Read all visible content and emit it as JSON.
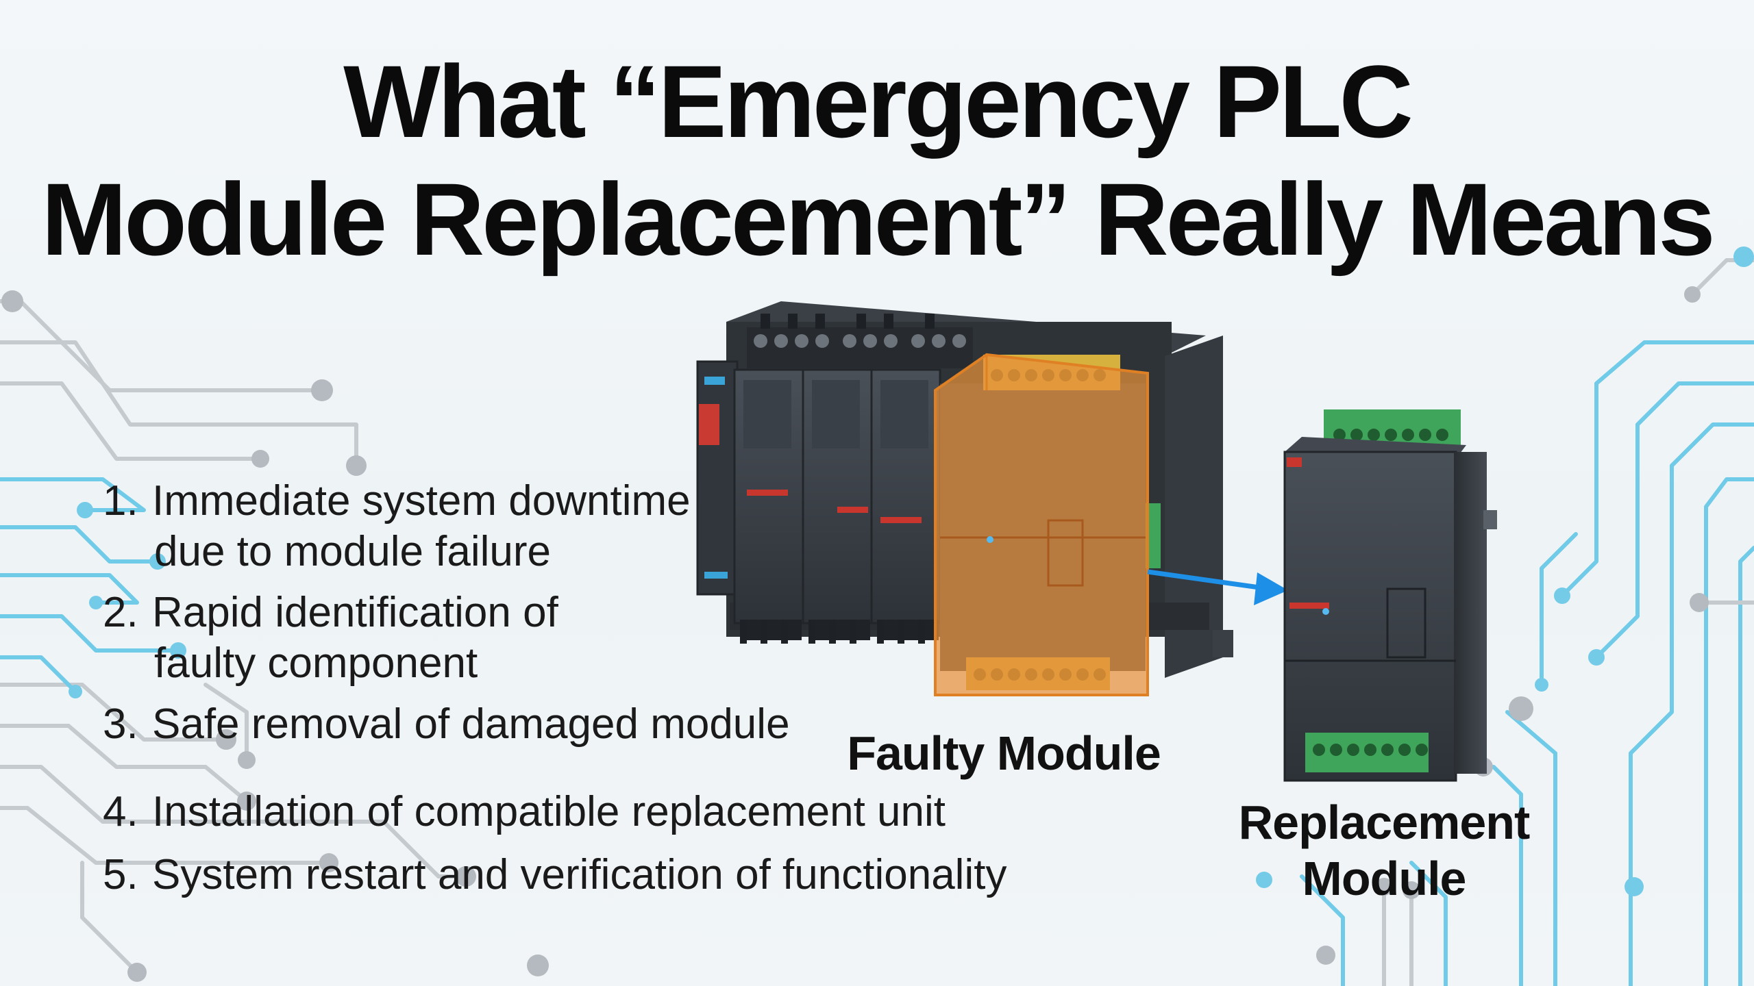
{
  "title": {
    "line1": "What “Emergency PLC",
    "line2": "Module Replacement” Really Means"
  },
  "steps": [
    {
      "num": "1.",
      "line1": "Immediate system downtime",
      "line2": "due to module failure"
    },
    {
      "num": "2.",
      "line1": "Rapid identification of",
      "line2": "faulty component"
    },
    {
      "num": "3.",
      "line1": "Safe removal of damaged module",
      "line2": ""
    },
    {
      "num": "4.",
      "line1": "Installation of compatible replacement unit",
      "line2": ""
    },
    {
      "num": "5.",
      "line1": "System restart and verification of functionality",
      "line2": ""
    }
  ],
  "labels": {
    "faulty": "Faulty Module",
    "replacement_line1": "Replacement",
    "replacement_line2": "Module"
  },
  "colors": {
    "faulty_highlight": "#e8903a",
    "arrow": "#1e8fe6",
    "circuit_blue": "#52c3e6",
    "circuit_gray": "#b9bfc4",
    "terminal_green": "#3fa55a",
    "terminal_yellow": "#d6b13e",
    "module_body": "#3a3f46"
  }
}
